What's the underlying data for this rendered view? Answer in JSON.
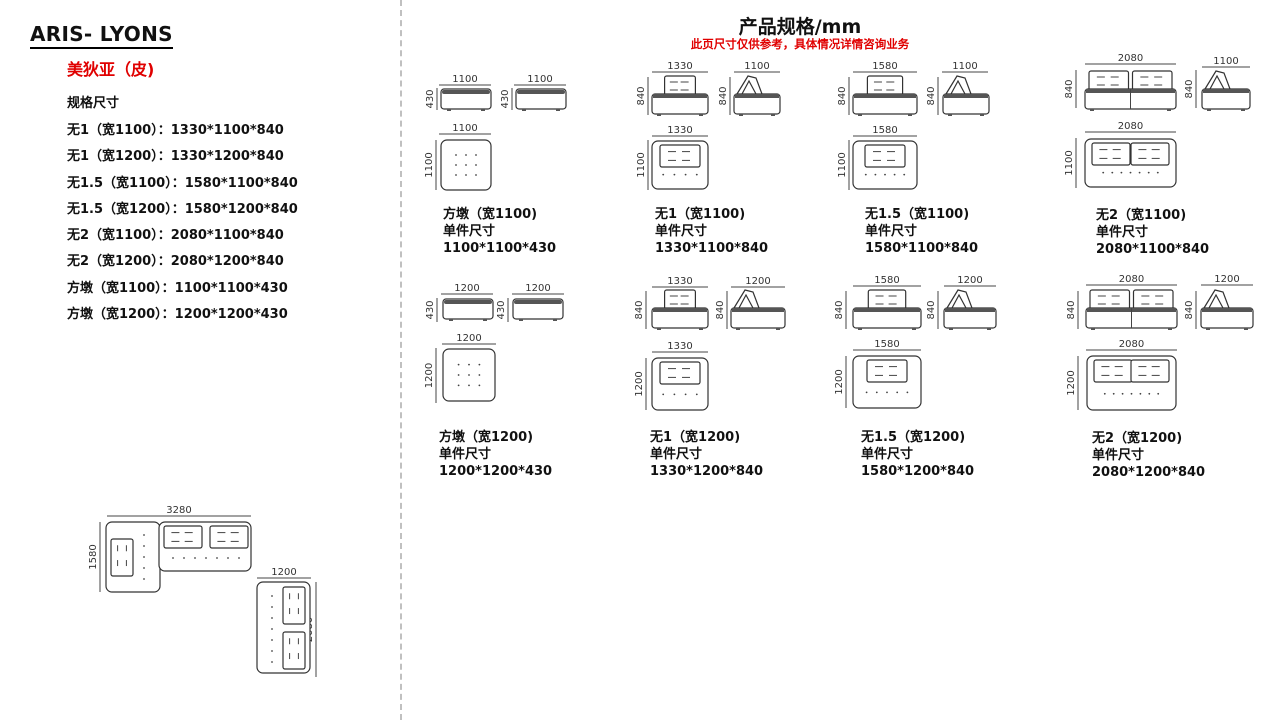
{
  "brand": "ARIS- LYONS",
  "subtitle": "美狄亚（皮)",
  "spec_heading": "规格尺寸",
  "spec_list": [
    "无1（宽1100）：1330*1100*840",
    "无1（宽1200）：1330*1200*840",
    "无1.5（宽1100）：1580*1100*840",
    "无1.5（宽1200）：1580*1200*840",
    "无2（宽1100）：2080*1100*840",
    "无2（宽1200）：2080*1200*840",
    "方墩（宽1100）：1100*1100*430",
    "方墩（宽1200）：1200*1200*430"
  ],
  "page_title": "产品规格/mm",
  "page_note": "此页尺寸仅供参考，具体情况详情咨询业务",
  "unit_label": "单件尺寸",
  "products": [
    {
      "name": "方墩（宽1100)",
      "size": "1100*1100*430",
      "front_w": "1100",
      "h": "430",
      "side_w": "1100",
      "top_w": "1100",
      "top_d": "1100"
    },
    {
      "name": "无1（宽1100)",
      "size": "1330*1100*840",
      "front_w": "1330",
      "h": "840",
      "side_w": "1100",
      "top_w": "1330",
      "top_d": "1100"
    },
    {
      "name": "无1.5（宽1100)",
      "size": "1580*1100*840",
      "front_w": "1580",
      "h": "840",
      "side_w": "1100",
      "top_w": "1580",
      "top_d": "1100"
    },
    {
      "name": "无2（宽1100)",
      "size": "2080*1100*840",
      "front_w": "2080",
      "h": "840",
      "side_w": "1100",
      "top_w": "2080",
      "top_d": "1100"
    },
    {
      "name": "方墩（宽1200)",
      "size": "1200*1200*430",
      "front_w": "1200",
      "h": "430",
      "side_w": "1200",
      "top_w": "1200",
      "top_d": "1200"
    },
    {
      "name": "无1（宽1200)",
      "size": "1330*1200*840",
      "front_w": "1330",
      "h": "840",
      "side_w": "1200",
      "top_w": "1330",
      "top_d": "1200"
    },
    {
      "name": "无1.5（宽1200)",
      "size": "1580*1200*840",
      "front_w": "1580",
      "h": "840",
      "side_w": "1200",
      "top_w": "1580",
      "top_d": "1200"
    },
    {
      "name": "无2（宽1200)",
      "size": "2080*1200*840",
      "front_w": "2080",
      "h": "840",
      "side_w": "1200",
      "top_w": "2080",
      "top_d": "1200"
    }
  ],
  "combo": {
    "width": "3280",
    "depth": "1580",
    "chaise_w": "1200",
    "chaise_l": "2080"
  }
}
